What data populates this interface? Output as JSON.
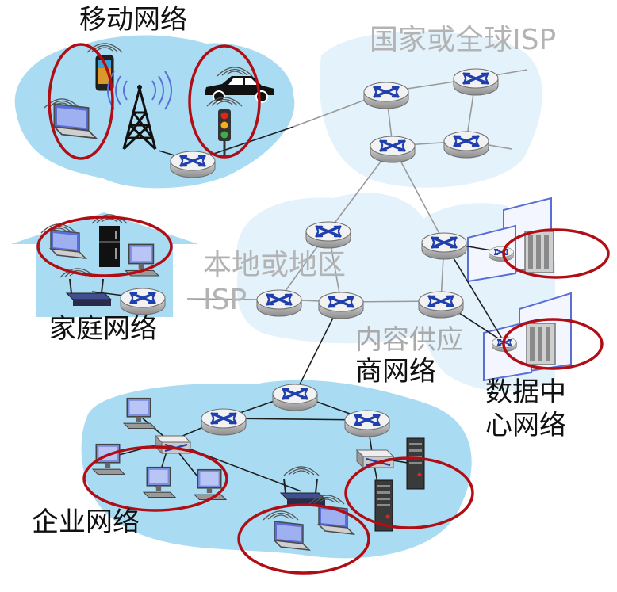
{
  "labels": {
    "mobile_network": "移动网络",
    "global_isp": "国家或全球ISP",
    "regional_isp_line1": "本地或地区",
    "regional_isp_line2": "ISP",
    "home_network": "家庭网络",
    "content_provider_line1": "内容供应",
    "content_provider_line2": "商网络",
    "datacenter_line1": "数据中",
    "datacenter_line2": "心网络",
    "enterprise_network": "企业网络"
  },
  "colors": {
    "cloud_blue": "#a9dcf3",
    "pale_blue": "#e3f2fb",
    "red_circle": "#b00d14",
    "router_top": "#eeeeee",
    "router_arrow": "#1f3fae",
    "link_grey": "#9a9a9a",
    "link_dark": "#1e1e1e"
  }
}
